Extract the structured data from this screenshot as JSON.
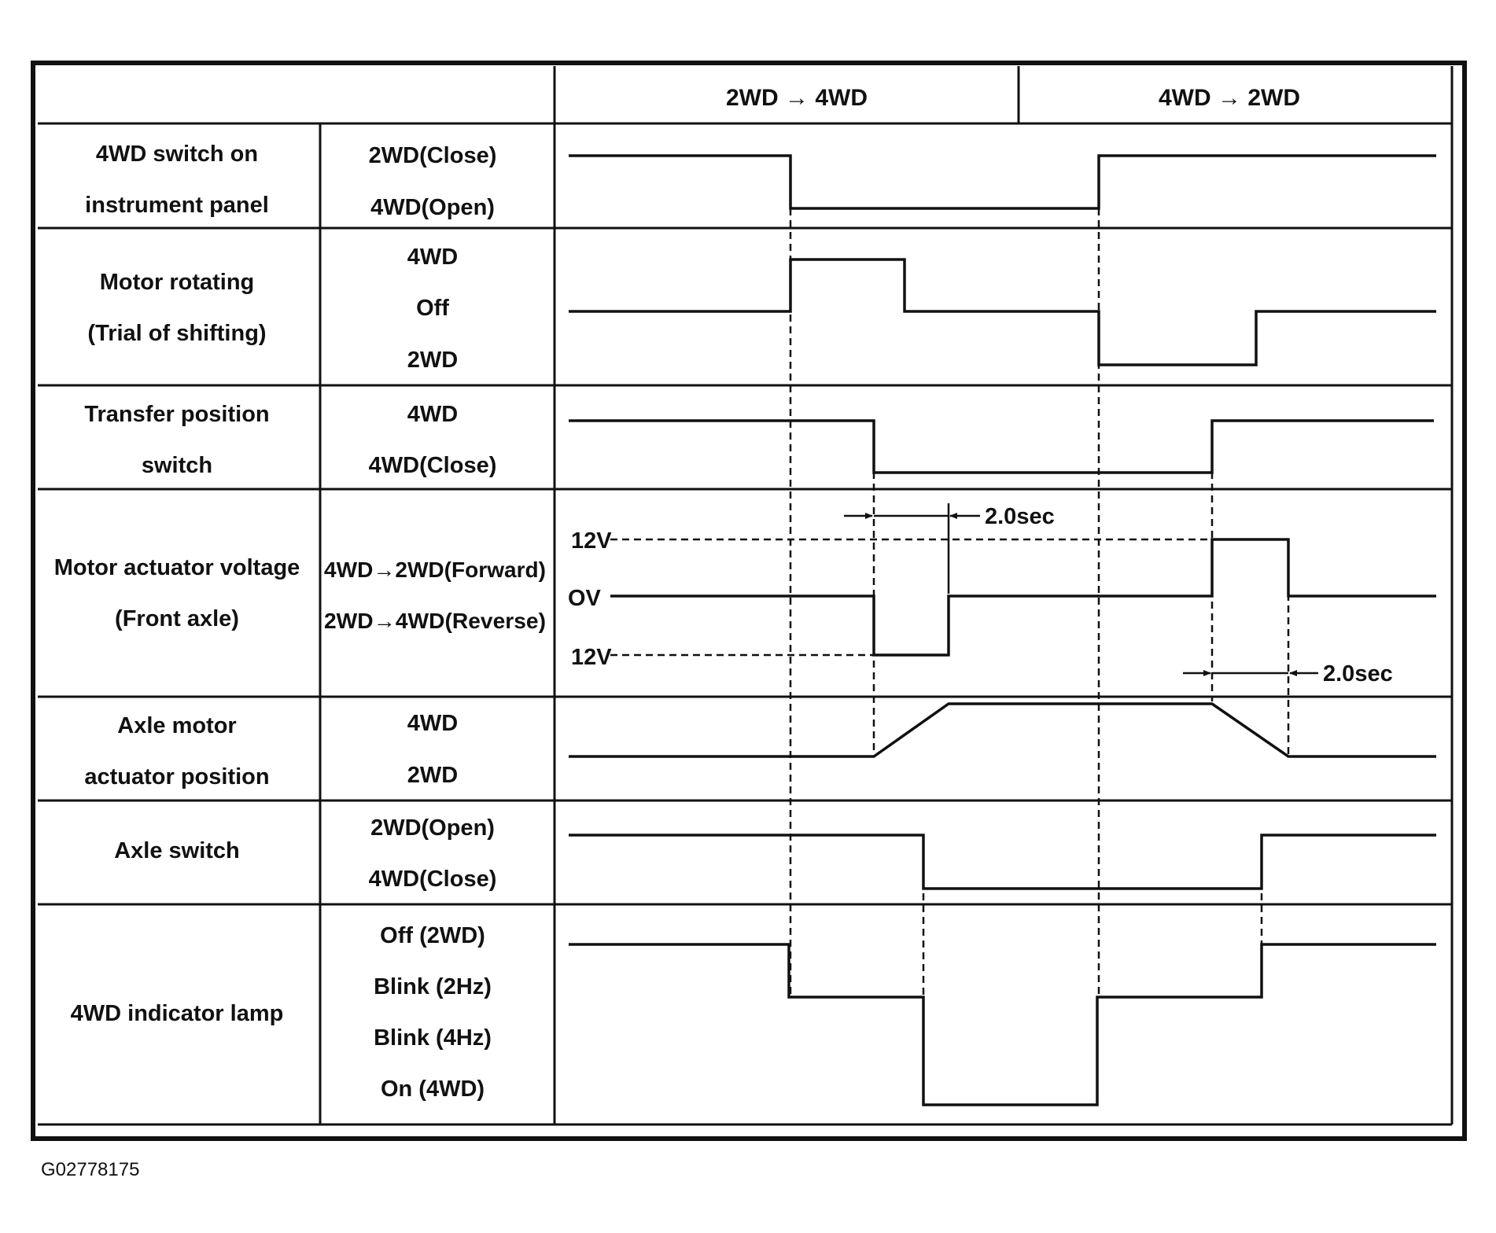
{
  "header": {
    "transition_a": "2WD → 4WD",
    "transition_b": "4WD → 2WD"
  },
  "rows": [
    {
      "name_lines": [
        "4WD switch on",
        "instrument panel"
      ],
      "states": [
        "2WD(Close)",
        "4WD(Open)"
      ]
    },
    {
      "name_lines": [
        "Motor rotating",
        "(Trial of shifting)"
      ],
      "states": [
        "4WD",
        "Off",
        "2WD"
      ]
    },
    {
      "name_lines": [
        "Transfer position",
        "switch"
      ],
      "states": [
        "4WD",
        "4WD(Close)"
      ]
    },
    {
      "name_lines": [
        "Motor actuator voltage",
        "(Front axle)"
      ],
      "states": [
        "4WD→2WD(Forward)",
        "2WD→4WD(Reverse)"
      ]
    },
    {
      "name_lines": [
        "Axle motor",
        "actuator position"
      ],
      "states": [
        "4WD",
        "2WD"
      ]
    },
    {
      "name_lines": [
        "Axle switch"
      ],
      "states": [
        "2WD(Open)",
        "4WD(Close)"
      ]
    },
    {
      "name_lines": [
        "4WD indicator lamp"
      ],
      "states": [
        "Off (2WD)",
        "Blink (2Hz)",
        "Blink (4Hz)",
        "On (4WD)"
      ]
    }
  ],
  "voltage_levels": {
    "high": "12V",
    "zero": "OV",
    "low": "12V"
  },
  "annotations": {
    "delay_a": "2.0sec",
    "delay_b": "2.0sec"
  },
  "figure_id": "G02778175"
}
